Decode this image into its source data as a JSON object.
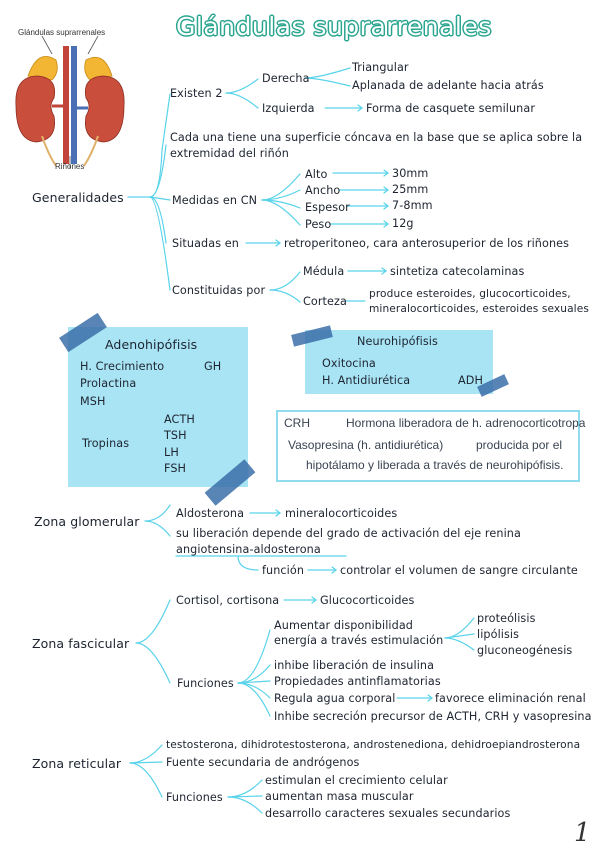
{
  "title": "Glándulas suprarrenales",
  "figure": {
    "label_top": "Glándulas suprarrenales",
    "label_bottom": "Riñones"
  },
  "generalidades": {
    "root": "Generalidades",
    "existen": "Existen 2",
    "derecha": "Derecha",
    "der1": "Triangular",
    "der2": "Aplanada de adelante hacia atrás",
    "izquierda": "Izquierda",
    "izq1": "Forma de casquete semilunar",
    "cada1": "Cada una tiene una superficie cóncava en la base que se aplica sobre la",
    "cada2": "extremidad del riñón",
    "medidas": "Medidas en CN",
    "alto": "Alto",
    "alto_v": "30mm",
    "ancho": "Ancho",
    "ancho_v": "25mm",
    "espesor": "Espesor",
    "espesor_v": "7-8mm",
    "peso": "Peso",
    "peso_v": "12g",
    "situadas": "Situadas en",
    "situadas_v": "retroperitoneo, cara anterosuperior de los riñones",
    "constituidas": "Constituidas por",
    "medula": "Médula",
    "medula_v": "sintetiza catecolaminas",
    "corteza": "Corteza",
    "corteza_v1": "produce esteroides, glucocorticoides,",
    "corteza_v2": "mineralocorticoides, esteroides sexuales"
  },
  "adeno": {
    "title": "Adenohipófisis",
    "crec": "H. Crecimiento",
    "gh": "GH",
    "prolactina": "Prolactina",
    "msh": "MSH",
    "tropinas": "Tropinas",
    "acth": "ACTH",
    "tsh": "TSH",
    "lh": "LH",
    "fsh": "FSH"
  },
  "neuro": {
    "title": "Neurohipófisis",
    "oxitocina": "Oxitocina",
    "antid": "H. Antidiurética",
    "adh": "ADH"
  },
  "crh": {
    "crh": "CRH",
    "crh_v": "Hormona liberadora de h. adrenocorticotropa",
    "vaso": "Vasopresina (h. antidiurética)",
    "vaso_v": "producida por el",
    "vaso_v2": "hipotálamo y liberada a través de neurohipófisis."
  },
  "glomerular": {
    "root": "Zona glomerular",
    "aldo": "Aldosterona",
    "aldo_v": "mineralocorticoides",
    "lib1": "su liberación depende del grado de activación del eje renina",
    "lib2": "angiotensina-aldosterona",
    "funcion": "función",
    "funcion_v": "controlar el volumen de sangre circulante"
  },
  "fascicular": {
    "root": "Zona fascicular",
    "cortisol": "Cortisol, cortisona",
    "cortisol_v": "Glucocorticoides",
    "funciones": "Funciones",
    "f1a": "Aumentar disponibilidad",
    "f1b": "energía a través estimulación",
    "p1": "proteólisis",
    "p2": "lipólisis",
    "p3": "gluconeogénesis",
    "f2": "inhibe liberación de insulina",
    "f3": "Propiedades antinflamatorias",
    "f4": "Regula agua corporal",
    "f4_v": "favorece eliminación renal",
    "f5": "Inhibe secreción precursor de ACTH, CRH y vasopresina"
  },
  "reticular": {
    "root": "Zona reticular",
    "r1": "testosterona, dihidrotestosterona, androstenediona, dehidroepiandrosterona",
    "r2": "Fuente secundaria de andrógenos",
    "funciones": "Funciones",
    "f1": "estimulan el crecimiento celular",
    "f2": "aumentan masa muscular",
    "f3": "desarrollo caracteres sexuales secundarios"
  },
  "page_number": "1",
  "colors": {
    "accent": "#59d3ea",
    "title_outline": "#2aa58f",
    "box": "#a9e4f5",
    "tape": "#3b6ea9"
  }
}
